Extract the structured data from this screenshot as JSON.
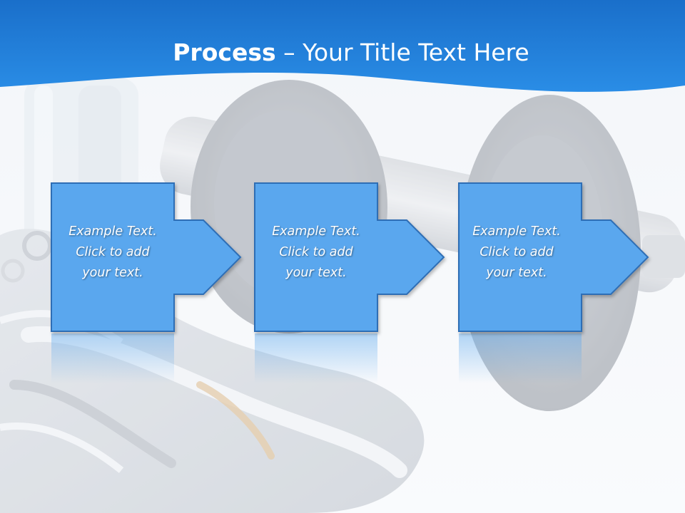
{
  "slide": {
    "title_bold": "Process",
    "title_dash": " – ",
    "title_rest": "Your Title Text Here"
  },
  "colors": {
    "header_blue": "#1f7fd8",
    "box_fill": "#5aa7ee",
    "box_stroke": "#2f6eb5",
    "text": "#ffffff"
  },
  "steps": [
    {
      "lines": [
        "Example Text.",
        "Click  to add",
        "your text."
      ]
    },
    {
      "lines": [
        "Example Text.",
        "Click  to add",
        "your text."
      ]
    },
    {
      "lines": [
        "Example Text.",
        "Click  to add",
        "your text."
      ]
    }
  ]
}
